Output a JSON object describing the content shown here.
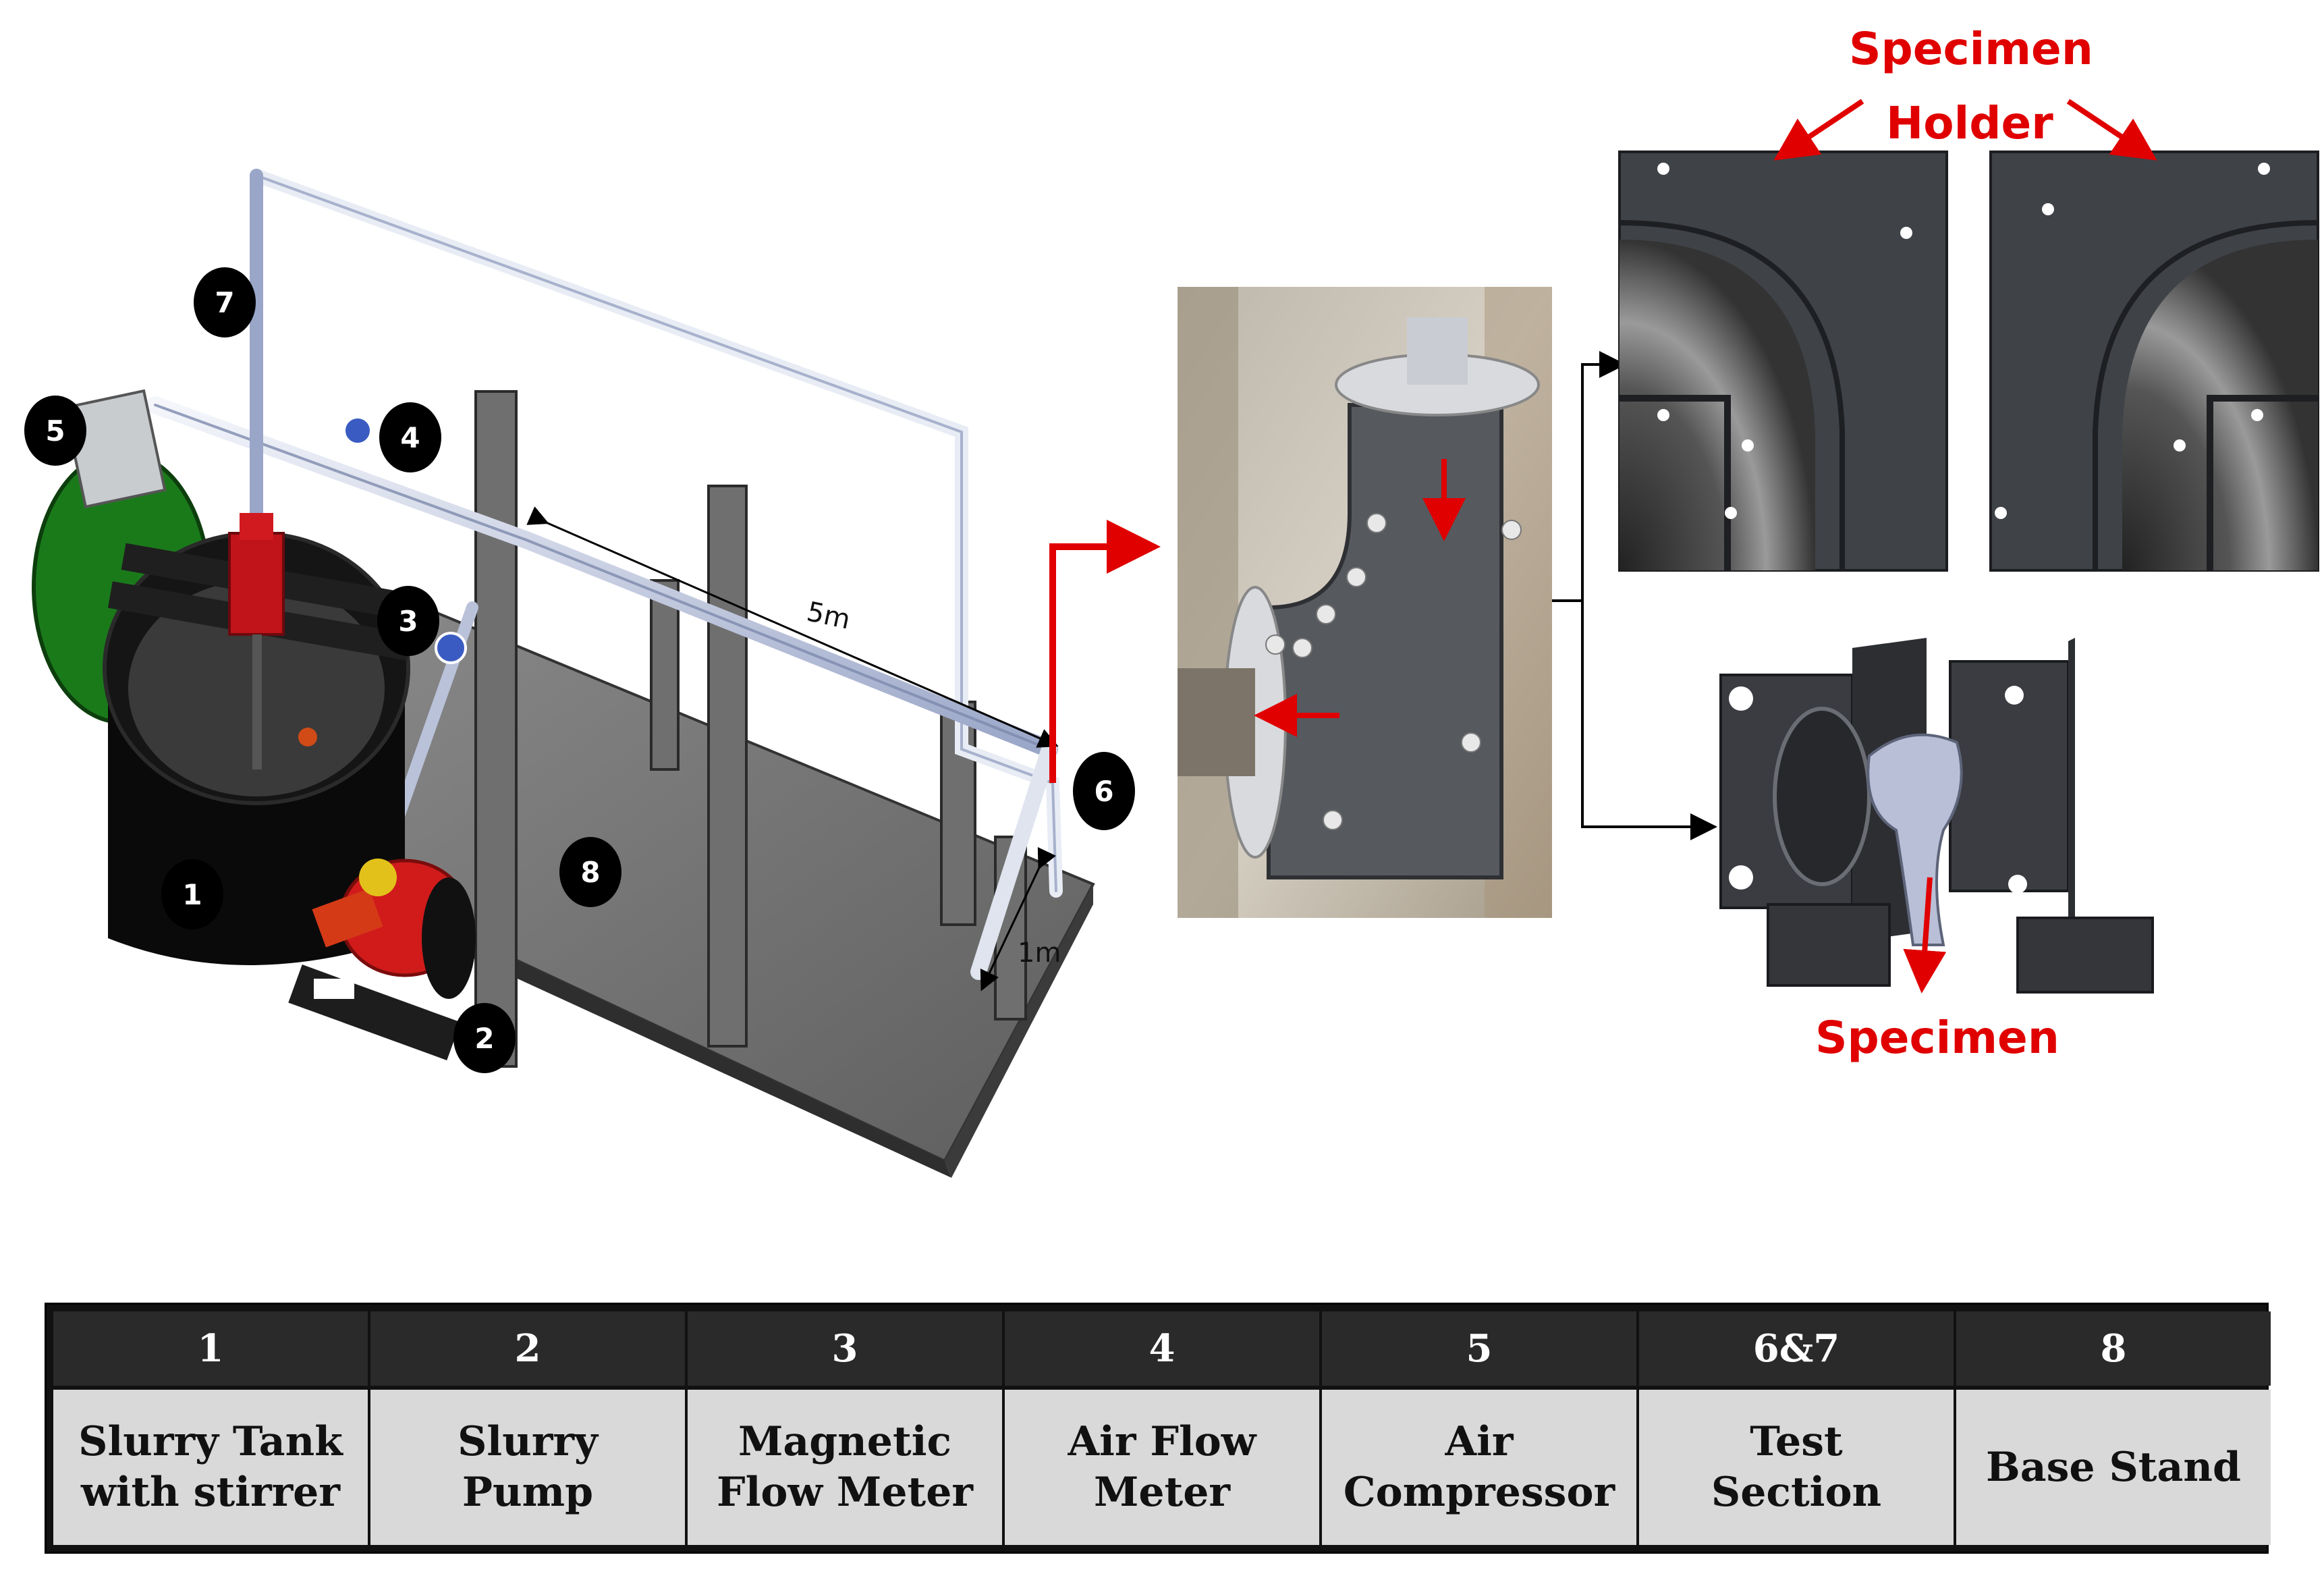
{
  "markers": {
    "m1": "1",
    "m2": "2",
    "m3": "3",
    "m4": "4",
    "m5": "5",
    "m6": "6",
    "m7": "7",
    "m8": "8"
  },
  "dimensions": {
    "length": "5m",
    "width": "1m"
  },
  "callouts": {
    "specimen_holder_line1": "Specimen",
    "specimen_holder_line2": "Holder",
    "specimen": "Specimen"
  },
  "legend": {
    "columns": [
      {
        "number": "1",
        "label_line1": "Slurry Tank",
        "label_line2": "with stirrer"
      },
      {
        "number": "2",
        "label_line1": "Slurry",
        "label_line2": "Pump"
      },
      {
        "number": "3",
        "label_line1": "Magnetic",
        "label_line2": "Flow Meter"
      },
      {
        "number": "4",
        "label_line1": "Air Flow",
        "label_line2": "Meter"
      },
      {
        "number": "5",
        "label_line1": "Air",
        "label_line2": "Compressor"
      },
      {
        "number": "6&7",
        "label_line1": "Test",
        "label_line2": "Section"
      },
      {
        "number": "8",
        "label_line1": "Base Stand",
        "label_line2": ""
      }
    ]
  },
  "colors": {
    "arrow_red": "#e00000",
    "marker_black": "#000000",
    "legend_header": "#2a2a2a",
    "legend_cell": "#d9d9d9"
  }
}
